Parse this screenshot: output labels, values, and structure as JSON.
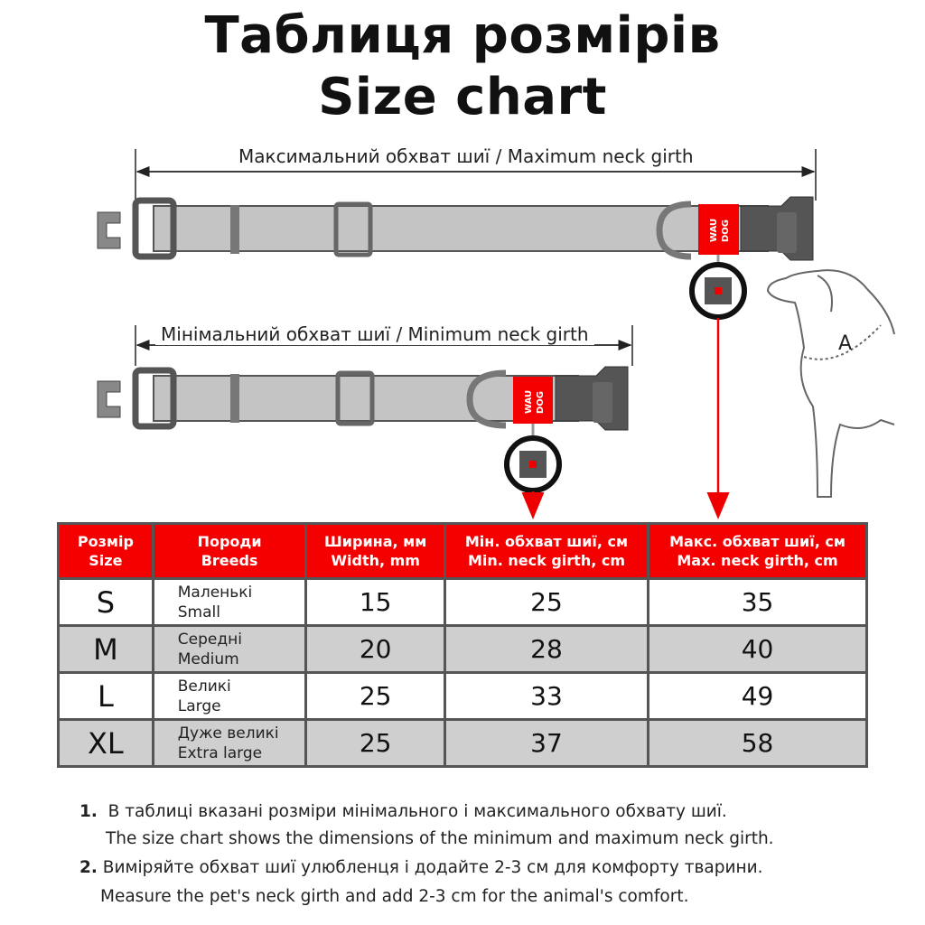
{
  "title": {
    "line1": "Таблиця розмірів",
    "line2": "Size chart"
  },
  "dimensions": {
    "max_label": "Максимальний обхват шиї / Maximum neck girth",
    "min_label": "Мінімальний обхват шиї / Minimum neck girth",
    "dog_label": "A"
  },
  "brand": {
    "logo_line1": "WAU",
    "logo_line2": "DOG",
    "accent": "#f40000"
  },
  "table": {
    "headers": [
      {
        "uk": "Розмір",
        "en": "Size"
      },
      {
        "uk": "Породи",
        "en": "Breeds"
      },
      {
        "uk": "Ширина, мм",
        "en": "Width, mm"
      },
      {
        "uk": "Мін. обхват шиї, см",
        "en": "Min. neck girth, cm"
      },
      {
        "uk": "Макс. обхват шиї, см",
        "en": "Max. neck girth, cm"
      }
    ],
    "rows": [
      {
        "size": "S",
        "breed_uk": "Маленькі",
        "breed_en": "Small",
        "width": "15",
        "min": "25",
        "max": "35"
      },
      {
        "size": "M",
        "breed_uk": "Середні",
        "breed_en": "Medium",
        "width": "20",
        "min": "28",
        "max": "40"
      },
      {
        "size": "L",
        "breed_uk": "Великі",
        "breed_en": "Large",
        "width": "25",
        "min": "33",
        "max": "49"
      },
      {
        "size": "XL",
        "breed_uk": "Дуже великі",
        "breed_en": "Extra large",
        "width": "25",
        "min": "37",
        "max": "58"
      }
    ]
  },
  "notes": [
    {
      "num": "1.",
      "uk": "В таблиці вказані розміри мінімального і максимального  обхвату шиї.",
      "en": "The size chart shows the dimensions of the minimum and maximum neck girth."
    },
    {
      "num": "2.",
      "uk": "Виміряйте обхват шиї улюбленця і додайте 2-3 см для комфорту тварини.",
      "en": "Measure the pet's neck girth and add 2-3 cm for the animal's comfort."
    }
  ]
}
